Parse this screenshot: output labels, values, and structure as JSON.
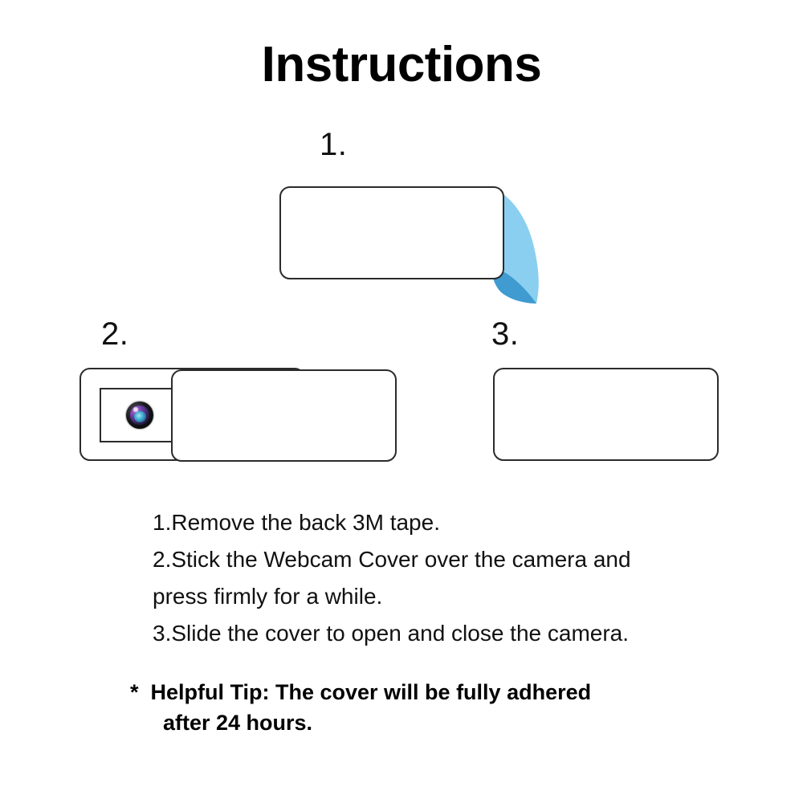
{
  "page": {
    "title": "Instructions",
    "background_color": "#ffffff"
  },
  "colors": {
    "outline": "#2b2b2b",
    "tape_light_blue": "#8ACFF0",
    "tape_dark_blue": "#3F9BD0",
    "text": "#111111"
  },
  "steps": [
    {
      "number": "1.",
      "figure": "webcam-cover-with-peeling-3m-tape",
      "description": "White webcam cover rectangle with a blue adhesive tape liner peeling off the right edge"
    },
    {
      "number": "2.",
      "figure": "webcam-cover-slid-open-showing-camera-lens",
      "description": "Cover slid to the right revealing the square window and the camera lens"
    },
    {
      "number": "3.",
      "figure": "webcam-cover-closed",
      "description": "Plain closed webcam cover rectangle"
    }
  ],
  "instructions": {
    "lines": [
      "1.Remove the back 3M tape.",
      "2.Stick the Webcam Cover over the camera and",
      "press firmly for a while.",
      "3.Slide the cover to open and close the camera."
    ]
  },
  "helpful_tip": {
    "marker": "*",
    "label": "Helpful Tip",
    "line_1": "*  Helpful Tip: The cover will be fully adhered",
    "line_2": "after 24 hours.",
    "duration": "24 hours"
  }
}
